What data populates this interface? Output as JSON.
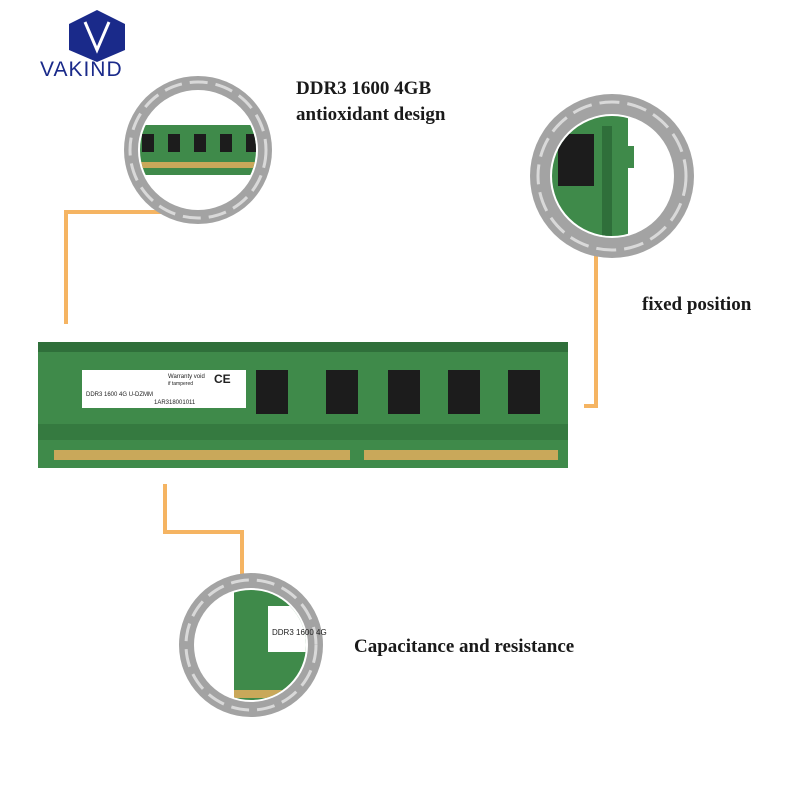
{
  "brand": {
    "name": "VAKIND",
    "logo_color": "#1a2a8a"
  },
  "callouts": [
    {
      "line1": "DDR3 1600 4GB",
      "line2": "antioxidant design"
    },
    {
      "line1": "fixed position"
    },
    {
      "line1": "Capacitance and resistance"
    }
  ],
  "module_label": {
    "warranty": "Warranty void",
    "warranty_sub": "if tampered",
    "ce": "CE",
    "spec": "DDR3 1600 4G U-DZMM",
    "serial": "1AR318001011"
  },
  "zoom_label": "DDR3 1600 4G",
  "colors": {
    "pcb": "#3f8a4a",
    "pcb_dark": "#2f6f3a",
    "gold": "#c9a85a",
    "chip": "#1c1c1c",
    "connector": "#f5b462",
    "ring": "#9b9b9b"
  }
}
